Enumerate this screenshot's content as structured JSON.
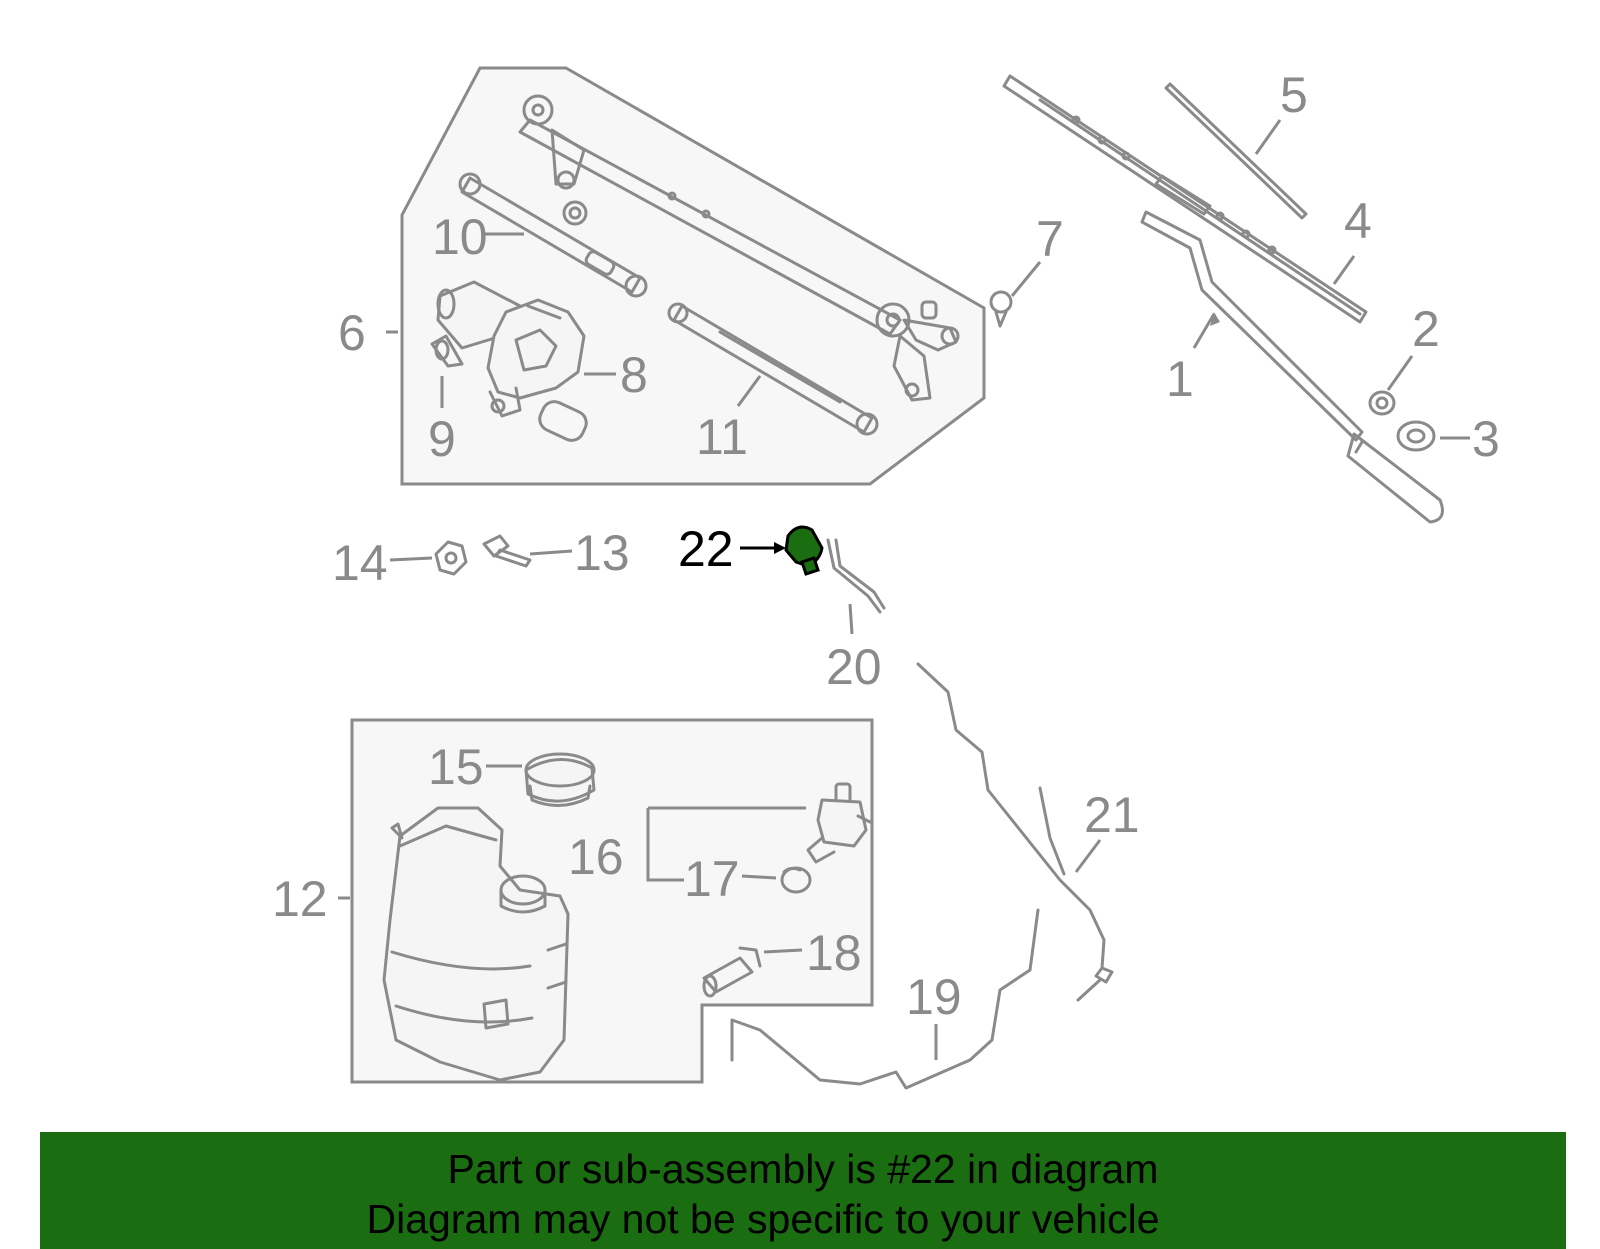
{
  "callouts": [
    "1",
    "2",
    "3",
    "4",
    "5",
    "6",
    "7",
    "8",
    "9",
    "10",
    "11",
    "12",
    "13",
    "14",
    "15",
    "16",
    "17",
    "18",
    "19",
    "20",
    "21",
    "22"
  ],
  "highlighted_part": "22",
  "colors": {
    "highlight_green": "#1a6d10",
    "line_gray": "#8a8a8a",
    "panel_fill": "#f7f7f7"
  },
  "banner": {
    "line1": "Part or sub-assembly is #22 in diagram",
    "line2": "Diagram may not be specific to your vehicle"
  }
}
